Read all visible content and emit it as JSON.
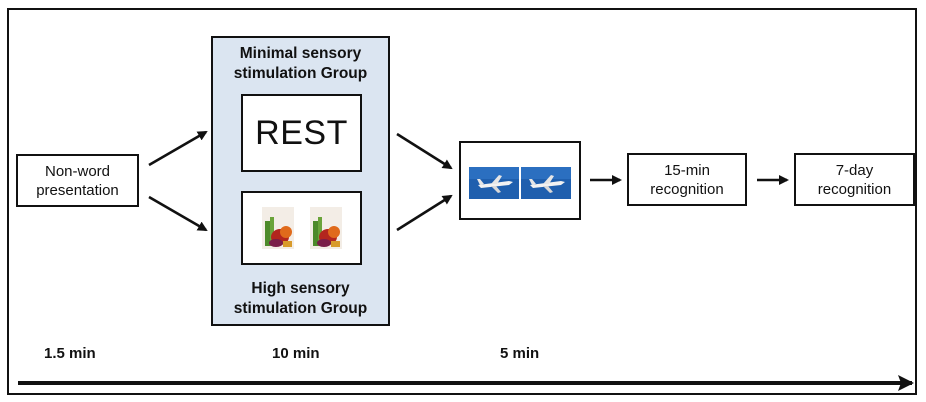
{
  "nodes": {
    "nonword": "Non-word\npresentation",
    "minimal_group_title": "Minimal sensory\nstimulation Group",
    "rest": "REST",
    "high_group_title": "High sensory\nstimulation Group",
    "recog15": "15-min\nrecognition",
    "recog7": "7-day\nrecognition"
  },
  "icons": {
    "vegetable_image": "vegetables-photo-icon",
    "airplane_image": "airplane-photo-icon"
  },
  "timeline": {
    "t1": "1.5 min",
    "t2": "10 min",
    "t3": "5 min"
  },
  "colors": {
    "group_background": "#dbe5f1",
    "airplane_sky": "#1f5fae"
  }
}
